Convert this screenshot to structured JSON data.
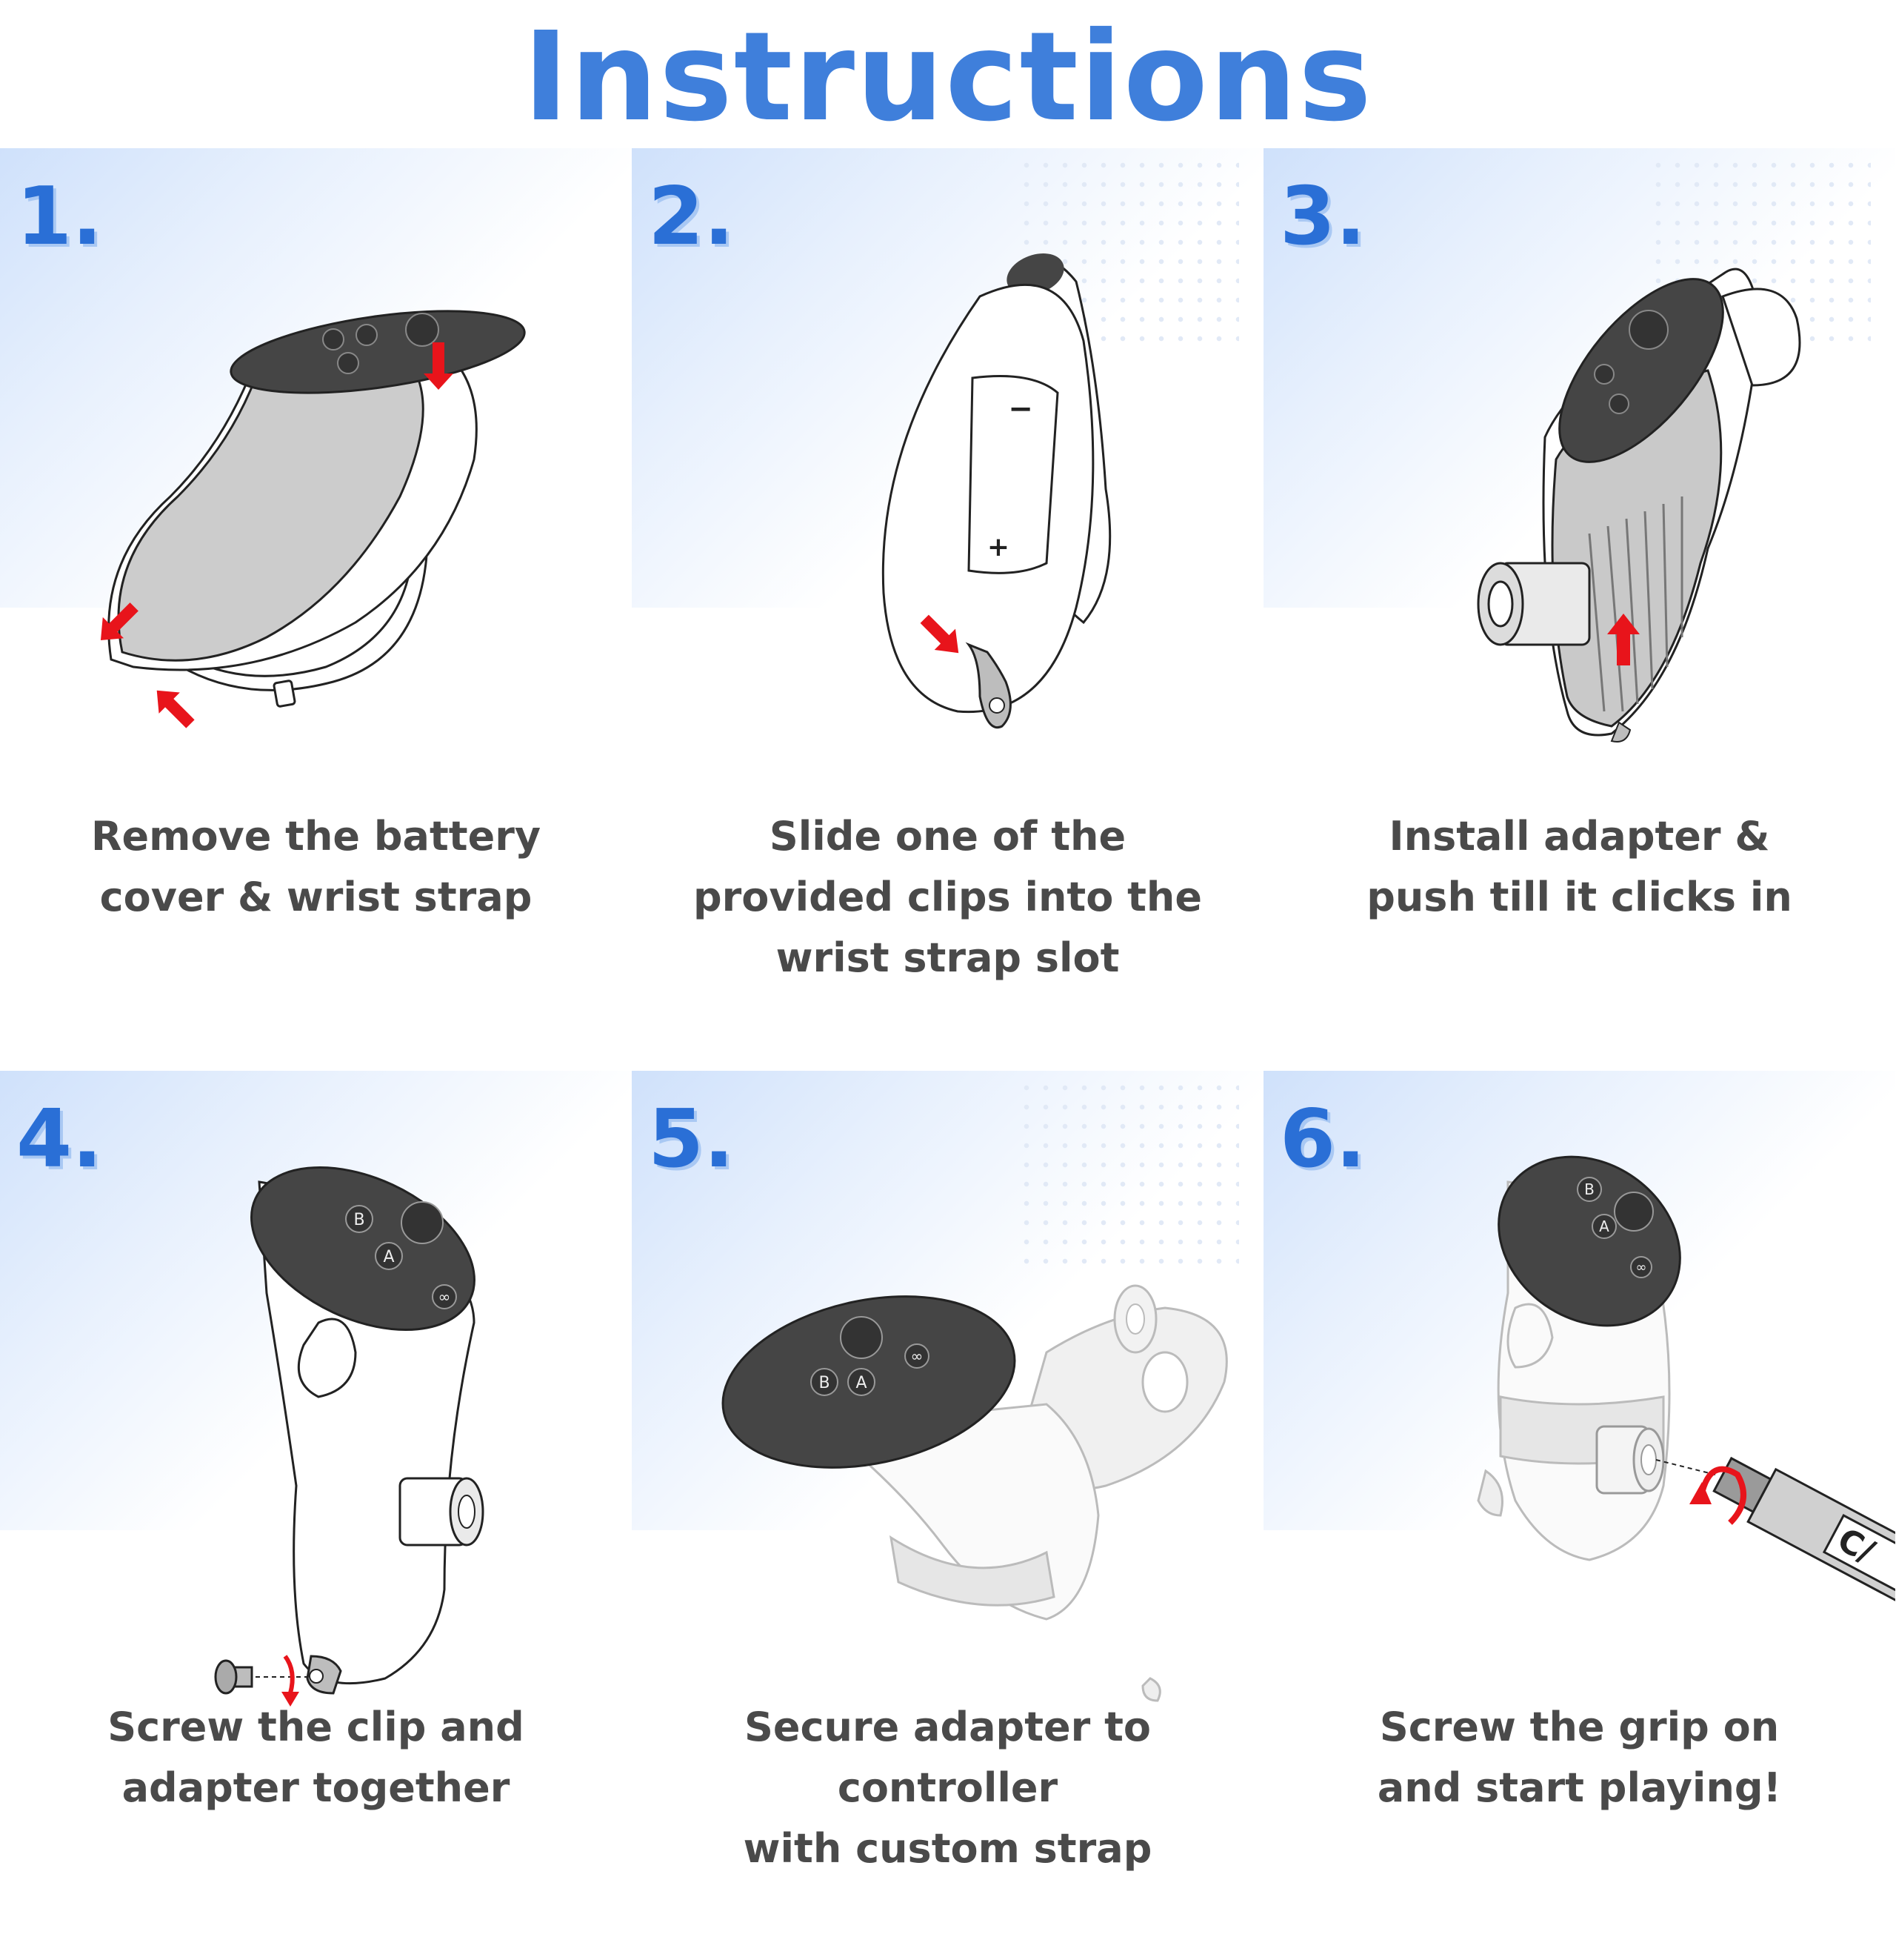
{
  "title": "Instructions",
  "steps": [
    {
      "number": "1.",
      "caption_lines": [
        "Remove the battery",
        "cover & wrist strap"
      ]
    },
    {
      "number": "2.",
      "caption_lines": [
        "Slide one of the",
        "provided clips into the",
        "wrist strap slot"
      ]
    },
    {
      "number": "3.",
      "caption_lines": [
        "Install adapter &",
        "push till it clicks in"
      ]
    },
    {
      "number": "4.",
      "caption_lines": [
        "Screw the clip and",
        "adapter together"
      ]
    },
    {
      "number": "5.",
      "caption_lines": [
        "Secure adapter to controller",
        "with custom strap"
      ]
    },
    {
      "number": "6.",
      "caption_lines": [
        "Screw the grip on",
        "and start playing!"
      ]
    }
  ],
  "button_labels": {
    "b": "B",
    "a": "A",
    "menu": "∞"
  },
  "battery_marks": {
    "minus": "−",
    "plus": "+"
  },
  "grip_label": "C/",
  "colors": {
    "title": "#3f7fdb",
    "step_number": "#2a6fd6",
    "caption": "#4a4a4a",
    "arrow": "#e8141b",
    "controller_top": "#454545",
    "cover": "#c9c9c9"
  }
}
